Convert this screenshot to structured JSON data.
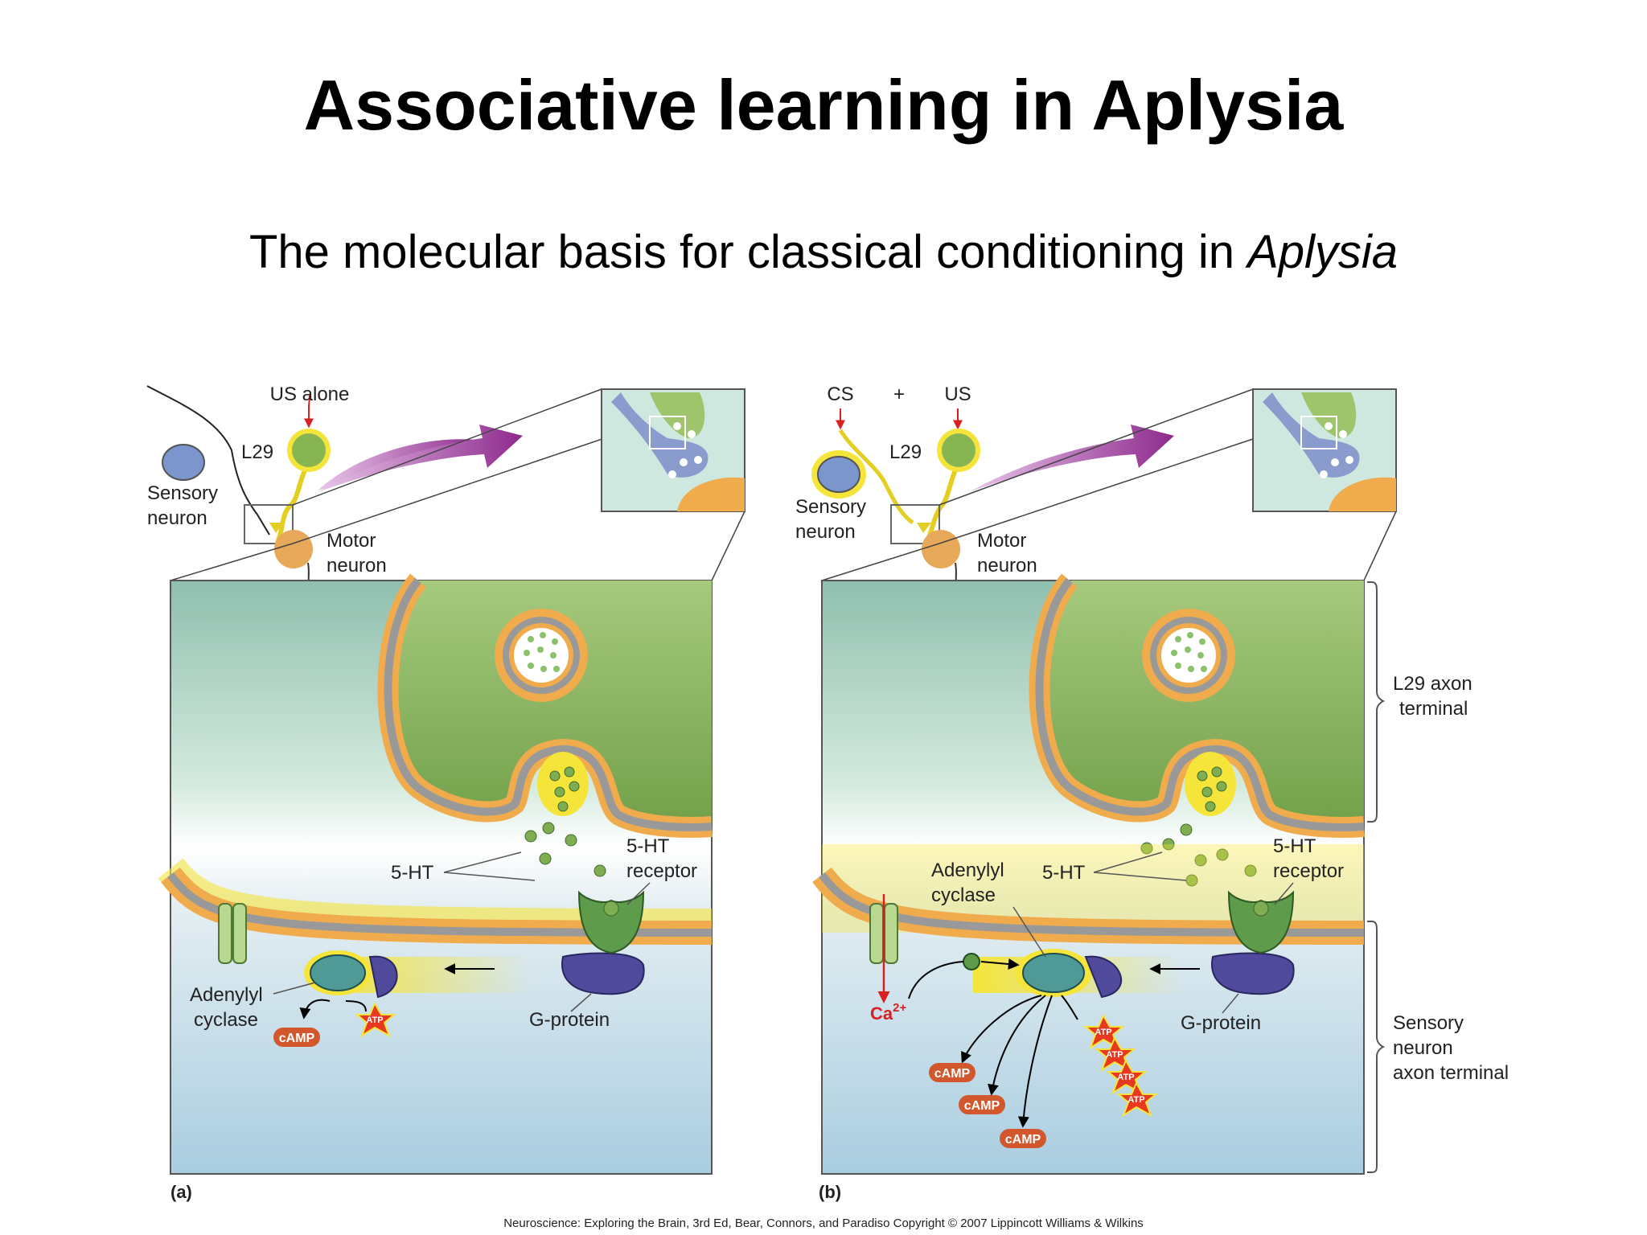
{
  "title": "Associative learning in Aplysia",
  "subtitle": {
    "prefix": "The molecular basis for classical conditioning in ",
    "italic": "Aplysia"
  },
  "panel_a": {
    "label": "(a)",
    "us_label": "US alone",
    "l29": "L29",
    "sensory_neuron": [
      "Sensory",
      "neuron"
    ],
    "motor_neuron": [
      "Motor",
      "neuron"
    ],
    "ht5": "5-HT",
    "ht5_receptor": [
      "5-HT",
      "receptor"
    ],
    "adenylyl_cyclase": [
      "Adenylyl",
      "cyclase"
    ],
    "g_protein": "G-protein",
    "camp": "cAMP",
    "atp": "ATP"
  },
  "panel_b": {
    "label": "(b)",
    "cs": "CS",
    "plus": "+",
    "us": "US",
    "l29": "L29",
    "sensory_neuron": [
      "Sensory",
      "neuron"
    ],
    "motor_neuron": [
      "Motor",
      "neuron"
    ],
    "ht5": "5-HT",
    "ht5_receptor": [
      "5-HT",
      "receptor"
    ],
    "adenylyl_cyclase": [
      "Adenylyl",
      "cyclase"
    ],
    "g_protein": "G-protein",
    "ca": "Ca",
    "ca_sup": "2+",
    "camp": "cAMP",
    "atp": "ATP"
  },
  "side_labels": {
    "l29_terminal": [
      "L29 axon",
      "terminal"
    ],
    "sensory_terminal": [
      "Sensory",
      "neuron",
      "axon terminal"
    ]
  },
  "credit": "Neuroscience: Exploring the Brain, 3rd Ed, Bear, Connors, and Paradiso Copyright © 2007 Lippincott Williams & Wilkins",
  "colors": {
    "green_cell": "#7fae52",
    "orange_membrane": "#f2b04a",
    "grey_membrane": "#9a9a9a",
    "yellow_glow": "#f5e53a",
    "purple_arrow": "#8e2a8e",
    "camp_badge": "#d2572c",
    "atp_star": "#e8381f",
    "g_protein": "#4f4a9c",
    "adenylyl": "#4f9a96"
  }
}
